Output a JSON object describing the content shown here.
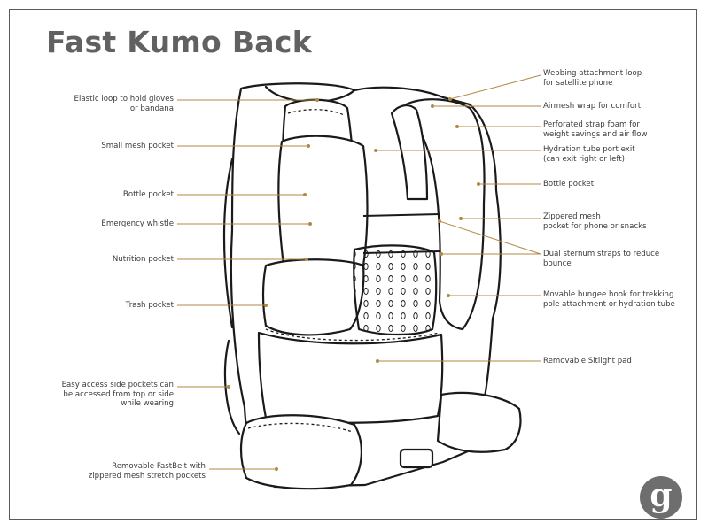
{
  "title": "Fast Kumo Back",
  "logo": {
    "letter": "g"
  },
  "colors": {
    "leader_line": "#b08a45",
    "outline": "#1a1a1a",
    "text": "#3a3a3a"
  },
  "labels_left": [
    {
      "text": "Elastic loop to hold gloves\nor bandana"
    },
    {
      "text": "Small mesh pocket"
    },
    {
      "text": "Bottle pocket"
    },
    {
      "text": "Emergency whistle"
    },
    {
      "text": "Nutrition pocket"
    },
    {
      "text": "Trash pocket"
    },
    {
      "text": "Easy access side pockets can\nbe accessed from top or side\nwhile wearing"
    },
    {
      "text": "Removable FastBelt with\nzippered mesh stretch pockets"
    }
  ],
  "labels_right": [
    {
      "text": "Webbing attachment loop\nfor satellite phone"
    },
    {
      "text": "Airmesh wrap for comfort"
    },
    {
      "text": "Perforated strap foam for\nweight savings and air flow"
    },
    {
      "text": "Hydration tube port exit\n(can exit right or left)"
    },
    {
      "text": "Bottle pocket"
    },
    {
      "text": "Zippered mesh\npocket for phone or snacks"
    },
    {
      "text": "Dual sternum straps to reduce\nbounce"
    },
    {
      "text": "Movable bungee hook for trekking\npole attachment or hydration tube"
    },
    {
      "text": "Removable Sitlight pad"
    }
  ]
}
